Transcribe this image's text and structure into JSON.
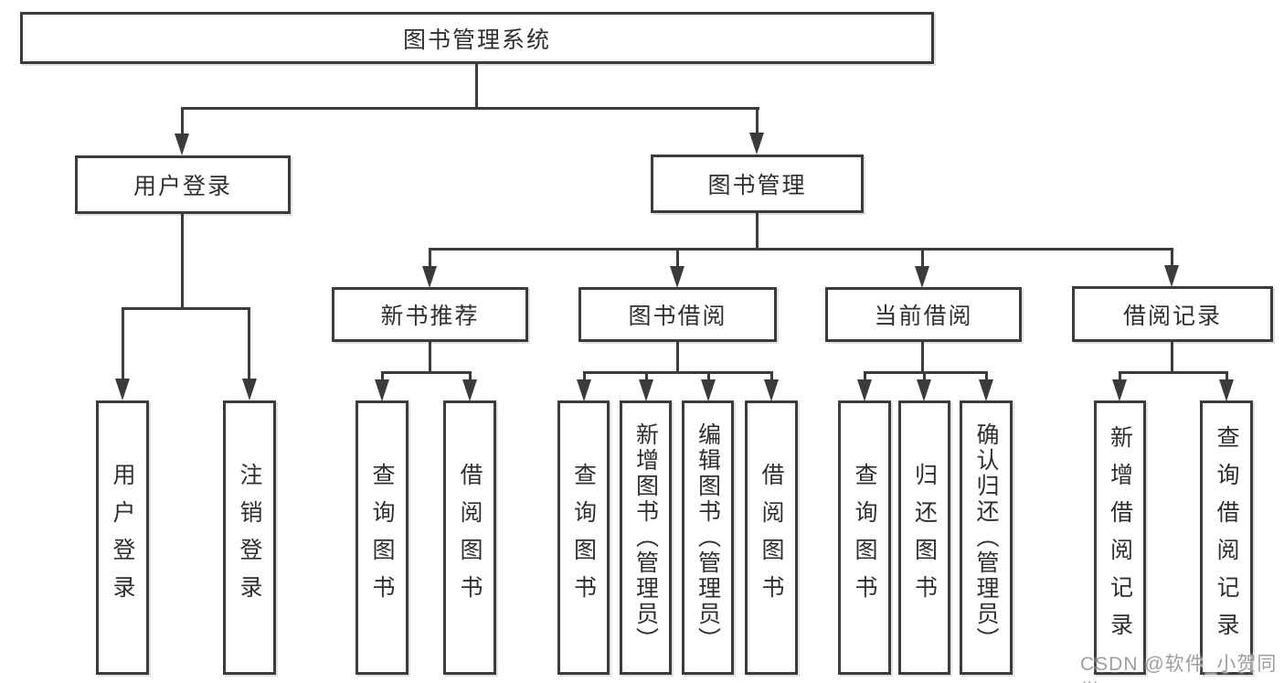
{
  "diagram": {
    "root": "图书管理系统",
    "branches": [
      {
        "label": "用户登录",
        "children": [
          {
            "label": "用户登录"
          },
          {
            "label": "注销登录"
          }
        ]
      },
      {
        "label": "图书管理",
        "children": [
          {
            "label": "新书推荐",
            "children": [
              {
                "label": "查询图书"
              },
              {
                "label": "借阅图书"
              }
            ]
          },
          {
            "label": "图书借阅",
            "children": [
              {
                "label": "查询图书"
              },
              {
                "label": "新增图书（管理员）"
              },
              {
                "label": "编辑图书（管理员）"
              },
              {
                "label": "借阅图书"
              }
            ]
          },
          {
            "label": "当前借阅",
            "children": [
              {
                "label": "查询图书"
              },
              {
                "label": "归还图书"
              },
              {
                "label": "确认归还（管理员）"
              }
            ]
          },
          {
            "label": "借阅记录",
            "children": [
              {
                "label": "新增借阅记录"
              },
              {
                "label": "查询借阅记录"
              }
            ]
          }
        ]
      }
    ],
    "colors": {
      "line": "#3b3b3b",
      "box_border": "#3b3b3b",
      "box_fill": "#ffffff",
      "text": "#2f2f2f",
      "watermark": "#9e9e9e"
    }
  },
  "watermark": {
    "text": "CSDN @软件_小贺同学"
  }
}
